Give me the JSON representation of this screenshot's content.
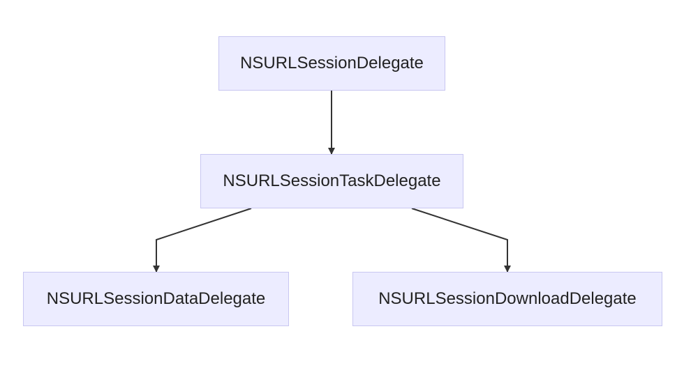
{
  "diagram": {
    "nodes": [
      {
        "id": "root",
        "label": "NSURLSessionDelegate"
      },
      {
        "id": "task",
        "label": "NSURLSessionTaskDelegate"
      },
      {
        "id": "data",
        "label": "NSURLSessionDataDelegate"
      },
      {
        "id": "download",
        "label": "NSURLSessionDownloadDelegate"
      }
    ],
    "edges": [
      {
        "from": "root",
        "to": "task"
      },
      {
        "from": "task",
        "to": "data"
      },
      {
        "from": "task",
        "to": "download"
      }
    ]
  }
}
